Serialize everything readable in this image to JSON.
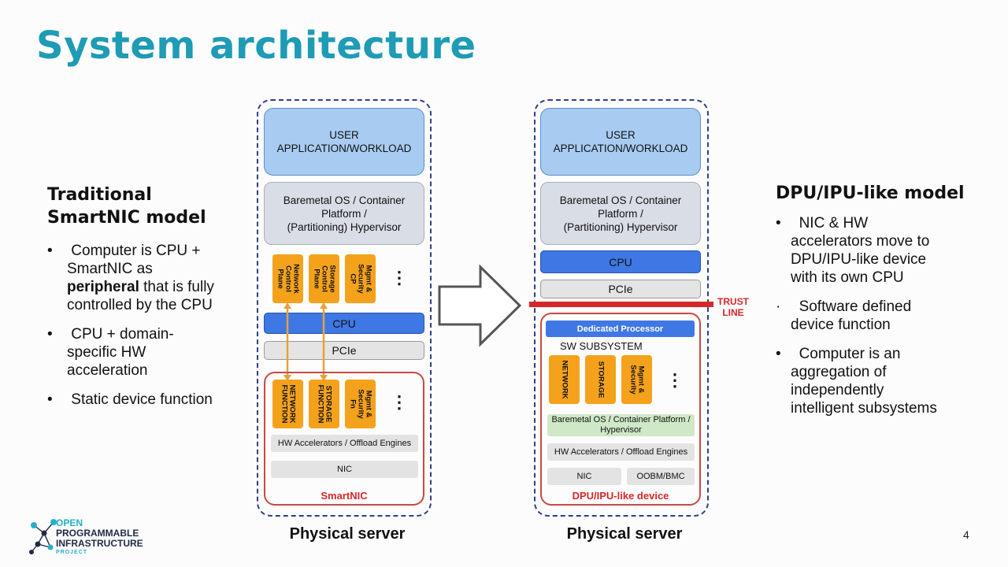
{
  "title": "System architecture",
  "left": {
    "heading": [
      "Traditional",
      "SmartNIC model"
    ],
    "bullets": [
      {
        "parts": [
          "Computer is CPU +",
          "SmartNIC as"
        ],
        "bold": "peripheral",
        "after": " that is fully",
        "last": "controlled by the CPU"
      },
      {
        "lines": [
          "CPU + domain-",
          "specific HW",
          "acceleration"
        ]
      },
      {
        "lines": [
          "Static device function"
        ]
      }
    ]
  },
  "right": {
    "heading": "DPU/IPU-like model",
    "bullets": [
      {
        "lines": [
          "NIC & HW",
          "accelerators move to",
          "DPU/IPU-like device",
          "with its own CPU"
        ]
      },
      {
        "lines": [
          "Software defined",
          "device function"
        ]
      },
      {
        "lines": [
          "Computer is an",
          "aggregation of",
          "independently",
          "intelligent subsystems"
        ]
      }
    ]
  },
  "diagram_left": {
    "user_app": [
      "USER",
      "APPLICATION/WORKLOAD"
    ],
    "os": [
      "Baremetal OS / Container",
      "Platform /",
      "(Partitioning) Hypervisor"
    ],
    "control_planes": [
      "Network Control Plane",
      "Storage Control Plane",
      "Mgmt & Security CP"
    ],
    "cpu": "CPU",
    "pcie": "PCIe",
    "functions": [
      "NETWORK FUNCTION",
      "STORAGE FUNCTION",
      "Mgmt & Security Fn"
    ],
    "hw_accel": "HW Accelerators / Offload Engines",
    "nic": "NIC",
    "device_label": "SmartNIC",
    "caption": "Physical server"
  },
  "diagram_right": {
    "user_app": [
      "USER",
      "APPLICATION/WORKLOAD"
    ],
    "os": [
      "Baremetal OS / Container",
      "Platform /",
      "(Partitioning) Hypervisor"
    ],
    "cpu": "CPU",
    "pcie": "PCIe",
    "trust_line": [
      "TRUST",
      "LINE"
    ],
    "dedicated_processor": "Dedicated Processor",
    "sw_subsystem": "SW SUBSYSTEM",
    "functions": [
      "NETWORK",
      "STORAGE",
      "Mgmt & Security"
    ],
    "device_os": [
      "Baremetal OS / Container Platform /",
      "Hypervisor"
    ],
    "hw_accel": "HW Accelerators / Offload Engines",
    "nic": "NIC",
    "oobm": "OOBM/BMC",
    "device_label": "DPU/IPU-like device",
    "caption": "Physical server"
  },
  "logo": [
    "OPEN",
    "PROGRAMMABLE",
    "INFRASTRUCTURE",
    "PROJECT"
  ],
  "page_number": "4",
  "colors": {
    "title": "#1e9bb5",
    "cpu": "#3f78e4",
    "function_box": "#f4a21c",
    "trust_line": "#d62828"
  }
}
